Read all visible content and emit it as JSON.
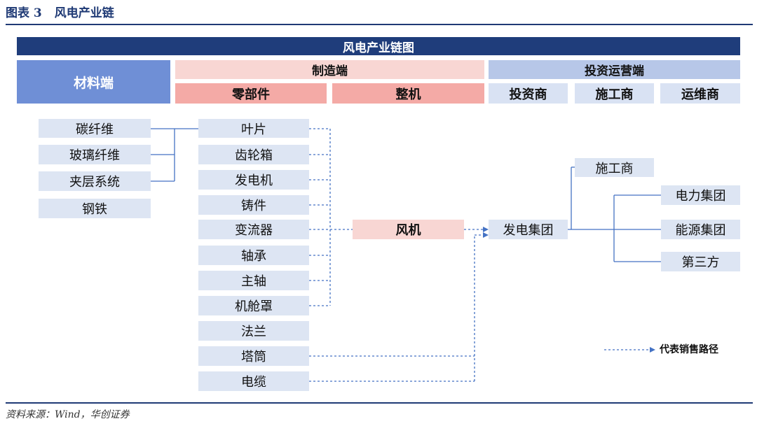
{
  "figure": {
    "number": "图表 3",
    "title": "风电产业链"
  },
  "header": {
    "main": "风电产业链图",
    "materials": "材料端",
    "manufacturing": "制造端",
    "investment": "投资运营端",
    "components": "零部件",
    "complete_machine": "整机",
    "investors": "投资商",
    "constructors": "施工商",
    "operators": "运维商"
  },
  "materials": [
    "碳纤维",
    "玻璃纤维",
    "夹层系统",
    "钢铁"
  ],
  "components": [
    "叶片",
    "齿轮箱",
    "发电机",
    "铸件",
    "变流器",
    "轴承",
    "主轴",
    "机舱罩",
    "法兰",
    "塔筒",
    "电缆"
  ],
  "turbine": "风机",
  "power_group": "发电集团",
  "construction": "施工商",
  "operators": [
    "电力集团",
    "能源集团",
    "第三方"
  ],
  "legend": "代表销售路径",
  "source": "资料来源：Wind，华创证券",
  "colors": {
    "navy": "#1f3d7b",
    "material_header": "#6f8fd6",
    "pink_light": "#f8d6d3",
    "pink": "#f4aaa6",
    "blue_light": "#dde5f3",
    "line": "#4472c4"
  }
}
